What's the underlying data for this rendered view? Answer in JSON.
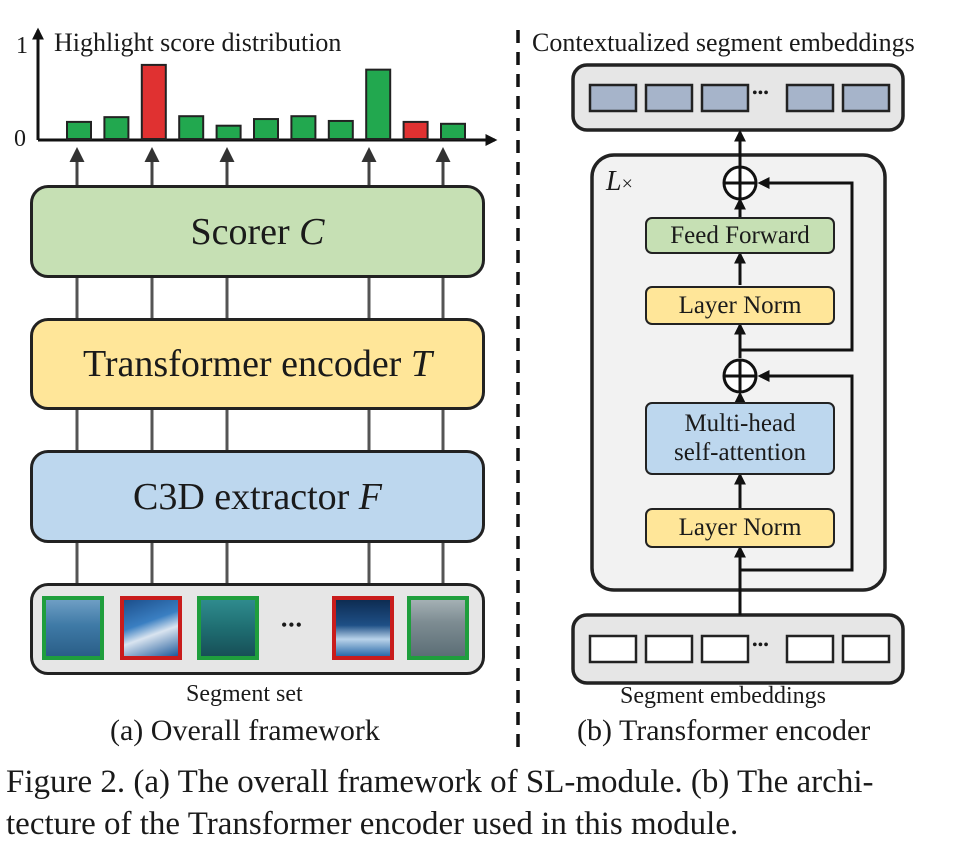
{
  "left": {
    "chart_title": "Highlight score distribution",
    "axis_top": "1",
    "axis_bottom": "0",
    "scorer": {
      "prefix": "Scorer ",
      "symbol": "C"
    },
    "transformer": {
      "prefix": "Transformer encoder ",
      "symbol": "T"
    },
    "extractor": {
      "prefix": "C3D extractor ",
      "symbol": "F"
    },
    "ellipsis": "•••",
    "segment_set_label": "Segment set",
    "subcaption": "(a) Overall framework"
  },
  "right": {
    "output_label": "Contextualized segment embeddings",
    "repeat_label": {
      "symbol": "L",
      "suffix": "×"
    },
    "feed_forward": "Feed Forward",
    "layer_norm_top": "Layer Norm",
    "mha_line1": "Multi-head",
    "mha_line2": "self-attention",
    "layer_norm_bottom": "Layer Norm",
    "ellipsis": "•••",
    "input_label": "Segment embeddings",
    "subcaption": "(b) Transformer encoder"
  },
  "figure_caption": {
    "line1": "Figure 2. (a) The overall framework of SL-module. (b) The archi-",
    "line2": "tecture of the Transformer encoder used in this module."
  },
  "colors": {
    "green_box": "#c6e0b4",
    "yellow_box": "#ffe699",
    "blue_box": "#bdd7ee",
    "gray_box": "#e6e6e6",
    "bar_green": "#22a84f",
    "bar_red": "#e03131",
    "embed_filled": "#a6b4ca"
  },
  "chart_data": {
    "type": "bar",
    "title": "Highlight score distribution",
    "ylim": [
      0,
      1
    ],
    "highlight_indices": [
      2,
      9
    ],
    "values": [
      0.18,
      0.23,
      0.78,
      0.24,
      0.14,
      0.21,
      0.24,
      0.19,
      0.73,
      0.18,
      0.16
    ]
  },
  "thumbnails": [
    {
      "name": "wave-scene-1",
      "highlight": false
    },
    {
      "name": "surfer-closeup",
      "highlight": true
    },
    {
      "name": "swimmers-scene",
      "highlight": false
    },
    {
      "name": "surfer-aerial",
      "highlight": true
    },
    {
      "name": "beach-scene",
      "highlight": false
    }
  ]
}
